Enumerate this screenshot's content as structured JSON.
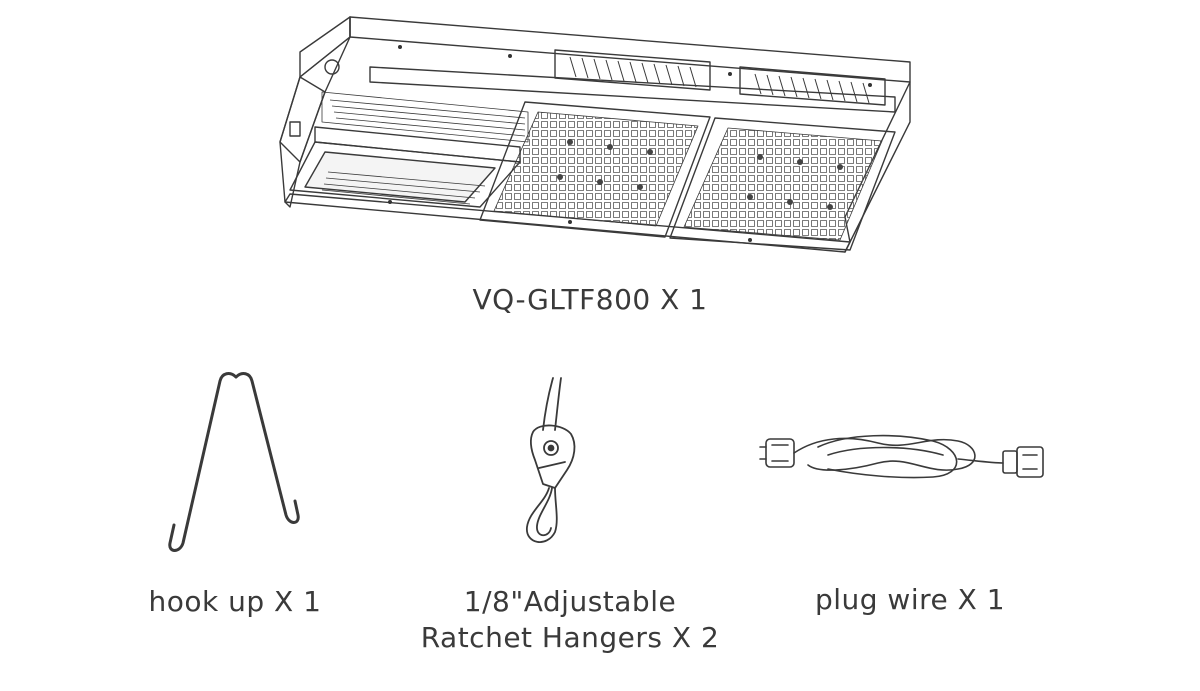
{
  "items": {
    "main": {
      "label": "VQ-GLTF800 X 1",
      "icon": "grow-light-fixture-icon"
    },
    "hook": {
      "label": "hook up X 1",
      "icon": "hook-icon"
    },
    "ratchet": {
      "label_line1": "1/8\"Adjustable",
      "label_line2": "Ratchet Hangers X 2",
      "icon": "ratchet-hanger-icon"
    },
    "plug": {
      "label": "plug wire X 1",
      "icon": "plug-wire-icon"
    }
  },
  "colors": {
    "line": "#3a3a3a",
    "text": "#3a3a3a",
    "background": "#ffffff"
  }
}
